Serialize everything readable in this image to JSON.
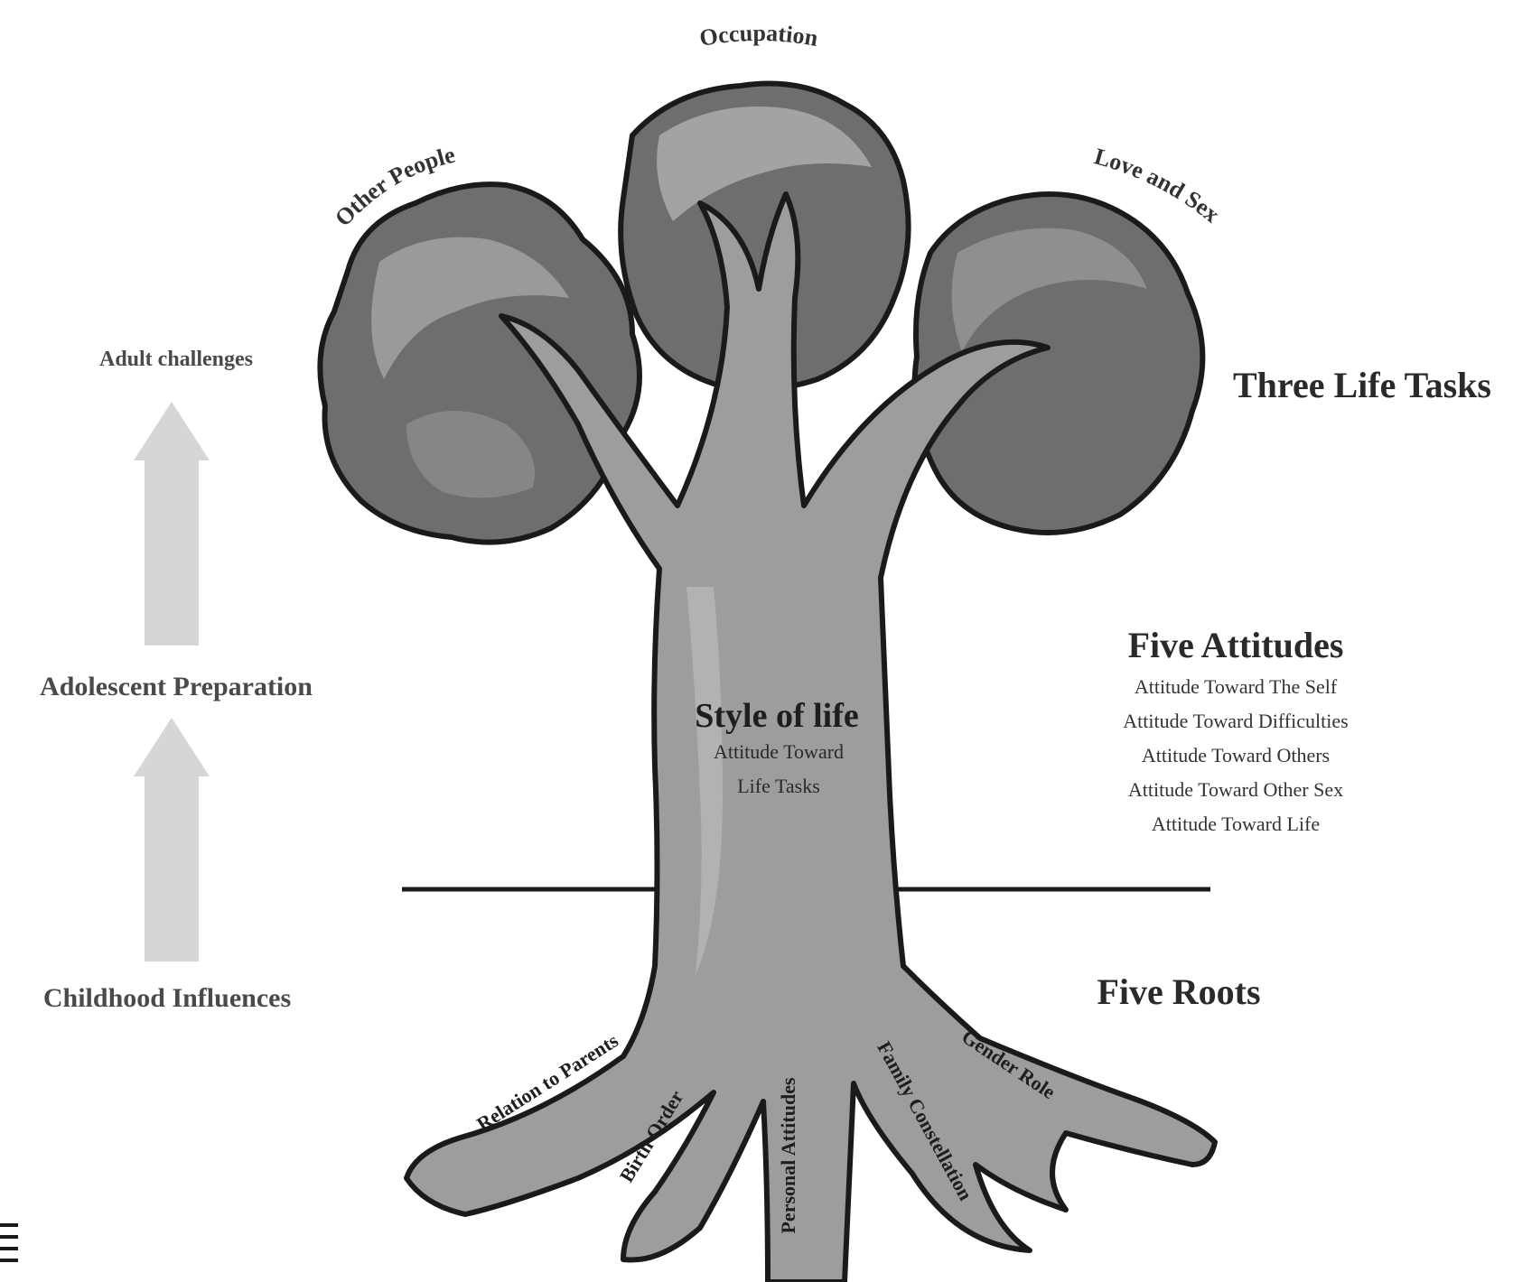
{
  "development": {
    "adult": "Adult challenges",
    "adolescent": "Adolescent Preparation",
    "childhood": "Childhood Influences"
  },
  "crowns": {
    "left": "Other People",
    "center": "Occupation",
    "right": "Love and Sex"
  },
  "three_life_tasks": "Three Life Tasks",
  "trunk": {
    "title": "Style of life",
    "subtitle_line1": "Attitude Toward",
    "subtitle_line2": "Life Tasks"
  },
  "five_attitudes": {
    "title": "Five Attitudes",
    "items": [
      "Attitude Toward The Self",
      "Attitude Toward Difficulties",
      "Attitude Toward Others",
      "Attitude Toward Other Sex",
      "Attitude Toward Life"
    ]
  },
  "five_roots": "Five Roots",
  "roots": [
    "Relation to Parents",
    "Birth Order",
    "Personal Attitudes",
    "Family Constellation",
    "Gender Role"
  ],
  "colors": {
    "arrow": "#d6d6d6",
    "foliage_dark": "#6e6e6e",
    "foliage_light": "#9a9a9a",
    "trunk": "#9d9d9d",
    "outline": "#1a1a1a"
  }
}
